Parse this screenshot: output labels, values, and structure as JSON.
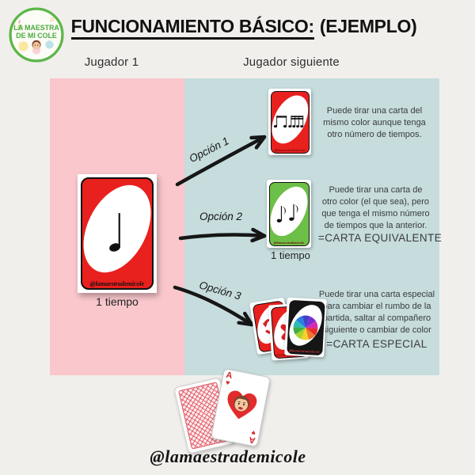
{
  "logo": {
    "line1": "LA MAESTRA",
    "line2": "DE MI COLE"
  },
  "title": {
    "main": "FUNCIONAMIENTO BÁSICO:",
    "suffix": "(EJEMPLO)"
  },
  "columns": {
    "player1": "Jugador 1",
    "next_player": "Jugador siguiente"
  },
  "cards": {
    "watermark": "@lamaestrademicole",
    "player_card_label": "1 tiempo",
    "equivalent_card_label": "1 tiempo"
  },
  "options": [
    {
      "label": "Opción 1",
      "description": "Puede tirar  una carta del\nmismo color aunque tenga\notro número de tiempos."
    },
    {
      "label": "Opción 2",
      "description": "Puede tirar una carta de\notro color (el que sea), pero\nque tenga el mismo número\nde tiempos que la anterior.",
      "caps": "=CARTA EQUIVALENTE"
    },
    {
      "label": "Opción 3",
      "description": "Puede tirar  una carta especial\npara cambiar el rumbo de la\npartida, saltar al compañero\nsiguiente o cambiar de color",
      "caps": "=CARTA ESPECIAL"
    }
  ],
  "ace_card": {
    "rank": "A",
    "suit": "♥"
  },
  "footer": {
    "handle": "@lamaestrademicole"
  },
  "colors": {
    "pink_panel": "#f9c7cc",
    "teal_panel": "#c6dcdd",
    "card_red": "#e8201e",
    "card_green": "#6cbf47",
    "card_black": "#151515",
    "ink": "#1a1a1a"
  }
}
